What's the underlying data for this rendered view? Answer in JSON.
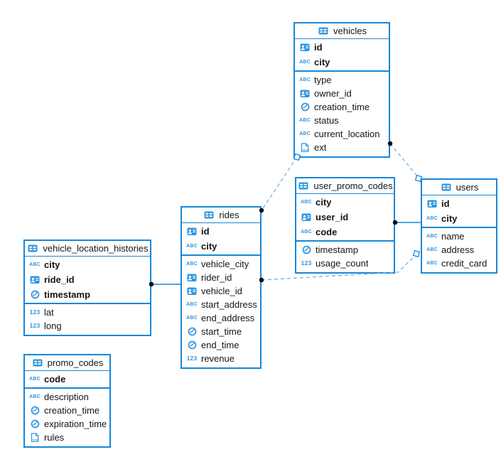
{
  "diagram": {
    "type": "database-schema",
    "colors": {
      "accent": "#1787d9",
      "icon_blue": "#2d95e2",
      "dashed_line": "#6fb3e6",
      "text": "#151515",
      "background": "#ffffff"
    },
    "tables": [
      {
        "name": "vehicles",
        "primary_key": [
          {
            "type": "id",
            "name": "id"
          },
          {
            "type": "text",
            "name": "city"
          }
        ],
        "columns": [
          {
            "type": "text",
            "name": "type"
          },
          {
            "type": "id",
            "name": "owner_id"
          },
          {
            "type": "time",
            "name": "creation_time"
          },
          {
            "type": "text",
            "name": "status"
          },
          {
            "type": "text",
            "name": "current_location"
          },
          {
            "type": "json",
            "name": "ext"
          }
        ]
      },
      {
        "name": "user_promo_codes",
        "primary_key": [
          {
            "type": "text",
            "name": "city"
          },
          {
            "type": "id",
            "name": "user_id"
          },
          {
            "type": "text",
            "name": "code"
          }
        ],
        "columns": [
          {
            "type": "time",
            "name": "timestamp"
          },
          {
            "type": "number",
            "name": "usage_count"
          }
        ]
      },
      {
        "name": "users",
        "primary_key": [
          {
            "type": "id",
            "name": "id"
          },
          {
            "type": "text",
            "name": "city"
          }
        ],
        "columns": [
          {
            "type": "text",
            "name": "name"
          },
          {
            "type": "text",
            "name": "address"
          },
          {
            "type": "text",
            "name": "credit_card"
          }
        ]
      },
      {
        "name": "rides",
        "primary_key": [
          {
            "type": "id",
            "name": "id"
          },
          {
            "type": "text",
            "name": "city"
          }
        ],
        "columns": [
          {
            "type": "text",
            "name": "vehicle_city"
          },
          {
            "type": "id",
            "name": "rider_id"
          },
          {
            "type": "id",
            "name": "vehicle_id"
          },
          {
            "type": "text",
            "name": "start_address"
          },
          {
            "type": "text",
            "name": "end_address"
          },
          {
            "type": "time",
            "name": "start_time"
          },
          {
            "type": "time",
            "name": "end_time"
          },
          {
            "type": "number",
            "name": "revenue"
          }
        ]
      },
      {
        "name": "vehicle_location_histories",
        "primary_key": [
          {
            "type": "text",
            "name": "city"
          },
          {
            "type": "id",
            "name": "ride_id"
          },
          {
            "type": "time",
            "name": "timestamp"
          }
        ],
        "columns": [
          {
            "type": "number",
            "name": "lat"
          },
          {
            "type": "number",
            "name": "long"
          }
        ]
      },
      {
        "name": "promo_codes",
        "primary_key": [
          {
            "type": "text",
            "name": "code"
          }
        ],
        "columns": [
          {
            "type": "text",
            "name": "description"
          },
          {
            "type": "time",
            "name": "creation_time"
          },
          {
            "type": "time",
            "name": "expiration_time"
          },
          {
            "type": "json",
            "name": "rules"
          }
        ]
      }
    ],
    "relationships": [
      {
        "from": "vehicles",
        "to": "rides",
        "style": "dashed"
      },
      {
        "from": "vehicles",
        "to": "users",
        "style": "dashed"
      },
      {
        "from": "user_promo_codes",
        "to": "users",
        "style": "solid"
      },
      {
        "from": "rides",
        "to": "users",
        "style": "dashed"
      },
      {
        "from": "vehicle_location_histories",
        "to": "rides",
        "style": "solid"
      }
    ]
  }
}
